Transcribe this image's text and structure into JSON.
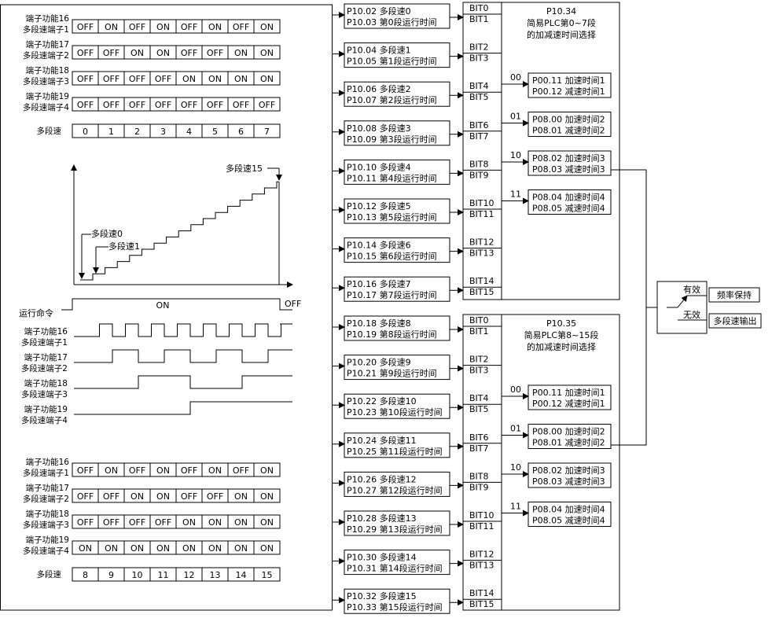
{
  "truth_tables": [
    {
      "rows": [
        {
          "lines": [
            "端子功能16",
            "多段速端子1"
          ],
          "cells": [
            "OFF",
            "ON",
            "OFF",
            "ON",
            "OFF",
            "ON",
            "OFF",
            "ON"
          ]
        },
        {
          "lines": [
            "端子功能17",
            "多段速端子2"
          ],
          "cells": [
            "OFF",
            "OFF",
            "ON",
            "ON",
            "OFF",
            "OFF",
            "ON",
            "ON"
          ]
        },
        {
          "lines": [
            "端子功能18",
            "多段速端子3"
          ],
          "cells": [
            "OFF",
            "OFF",
            "OFF",
            "OFF",
            "ON",
            "ON",
            "ON",
            "ON"
          ]
        },
        {
          "lines": [
            "端子功能19",
            "多段速端子4"
          ],
          "cells": [
            "OFF",
            "OFF",
            "OFF",
            "OFF",
            "OFF",
            "OFF",
            "OFF",
            "OFF"
          ]
        }
      ],
      "speed_label": "多段速",
      "speeds": [
        "0",
        "1",
        "2",
        "3",
        "4",
        "5",
        "6",
        "7"
      ]
    },
    {
      "rows": [
        {
          "lines": [
            "端子功能16",
            "多段速端子1"
          ],
          "cells": [
            "OFF",
            "ON",
            "OFF",
            "ON",
            "OFF",
            "ON",
            "OFF",
            "ON"
          ]
        },
        {
          "lines": [
            "端子功能17",
            "多段速端子2"
          ],
          "cells": [
            "OFF",
            "OFF",
            "ON",
            "ON",
            "OFF",
            "OFF",
            "ON",
            "ON"
          ]
        },
        {
          "lines": [
            "端子功能18",
            "多段速端子3"
          ],
          "cells": [
            "OFF",
            "OFF",
            "OFF",
            "OFF",
            "ON",
            "ON",
            "ON",
            "ON"
          ]
        },
        {
          "lines": [
            "端子功能19",
            "多段速端子4"
          ],
          "cells": [
            "ON",
            "ON",
            "ON",
            "ON",
            "ON",
            "ON",
            "ON",
            "ON"
          ]
        }
      ],
      "speed_label": "多段速",
      "speeds": [
        "8",
        "9",
        "10",
        "11",
        "12",
        "13",
        "14",
        "15"
      ]
    }
  ],
  "staircase": {
    "labels": [
      "多段速15",
      "多段速0",
      "多段速1"
    ]
  },
  "run_command": {
    "label": "运行命令",
    "on": "ON",
    "off": "OFF"
  },
  "waveforms": [
    {
      "lines": [
        "端子功能16",
        "多段速端子1"
      ]
    },
    {
      "lines": [
        "端子功能17",
        "多段速端子2"
      ]
    },
    {
      "lines": [
        "端子功能18",
        "多段速端子3"
      ]
    },
    {
      "lines": [
        "端子功能19",
        "多段速端子4"
      ]
    }
  ],
  "param_boxes": [
    [
      "P10.02 多段速0",
      "P10.03 第0段运行时间"
    ],
    [
      "P10.04 多段速1",
      "P10.05 第1段运行时间"
    ],
    [
      "P10.06 多段速2",
      "P10.07 第2段运行时间"
    ],
    [
      "P10.08 多段速3",
      "P10.09 第3段运行时间"
    ],
    [
      "P10.10 多段速4",
      "P10.11 第4段运行时间"
    ],
    [
      "P10.12 多段速5",
      "P10.13 第5段运行时间"
    ],
    [
      "P10.14 多段速6",
      "P10.15 第6段运行时间"
    ],
    [
      "P10.16 多段速7",
      "P10.17 第7段运行时间"
    ],
    [
      "P10.18 多段速8",
      "P10.19 第8段运行时间"
    ],
    [
      "P10.20 多段速9",
      "P10.21 第9段运行时间"
    ],
    [
      "P10.22 多段速10",
      "P10.23 第10段运行时间"
    ],
    [
      "P10.24 多段速11",
      "P10.25 第11段运行时间"
    ],
    [
      "P10.26 多段速12",
      "P10.27 第12段运行时间"
    ],
    [
      "P10.28 多段速13",
      "P10.29 第13段运行时间"
    ],
    [
      "P10.30 多段速14",
      "P10.31 第14段运行时间"
    ],
    [
      "P10.32 多段速15",
      "P10.33 第15段运行时间"
    ]
  ],
  "bit_pairs": [
    [
      "BIT0",
      "BIT1"
    ],
    [
      "BIT2",
      "BIT3"
    ],
    [
      "BIT4",
      "BIT5"
    ],
    [
      "BIT6",
      "BIT7"
    ],
    [
      "BIT8",
      "BIT9"
    ],
    [
      "BIT10",
      "BIT11"
    ],
    [
      "BIT12",
      "BIT13"
    ],
    [
      "BIT14",
      "BIT15"
    ]
  ],
  "plc_groups": [
    {
      "title": [
        "P10.34",
        "简易PLC第0~7段",
        "的加减速时间选择"
      ]
    },
    {
      "title": [
        "P10.35",
        "简易PLC第8~15段",
        "的加减速时间选择"
      ]
    }
  ],
  "accel_options": [
    {
      "code": "00",
      "lines": [
        "P00.11 加速时间1",
        "P00.12 减速时间1"
      ]
    },
    {
      "code": "01",
      "lines": [
        "P08.00 加速时间2",
        "P08.01 减速时间2"
      ]
    },
    {
      "code": "10",
      "lines": [
        "P08.02 加速时间3",
        "P08.03 减速时间3"
      ]
    },
    {
      "code": "11",
      "lines": [
        "P08.04 加速时间4",
        "P08.05 减速时间4"
      ]
    }
  ],
  "switch": {
    "valid": "有效",
    "invalid": "无效",
    "out_valid": "频率保持",
    "out_invalid": "多段速输出"
  }
}
